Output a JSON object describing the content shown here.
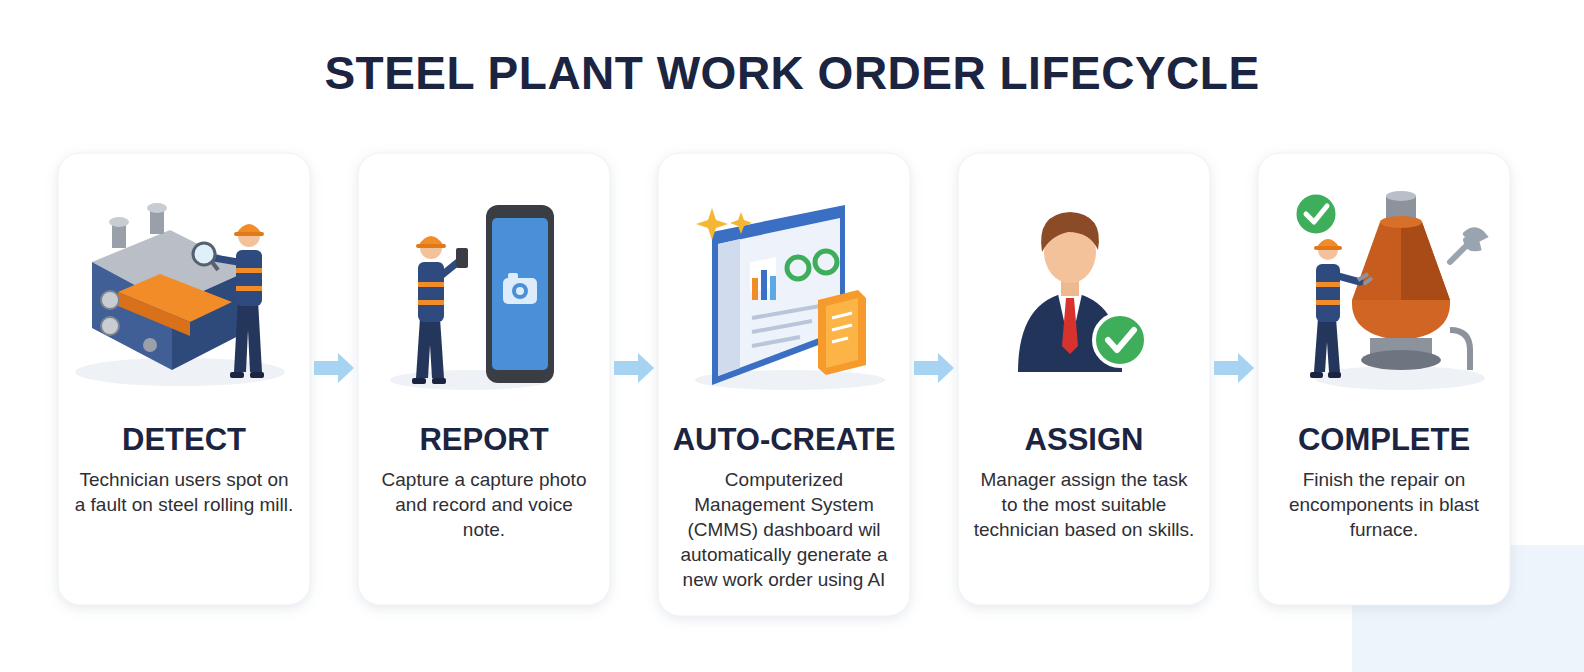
{
  "diagram": {
    "title": "STEEL PLANT WORK ORDER LIFECYCLE",
    "nodes": [
      {
        "text": [
          "DETECT",
          "Technician users spot on a fault on steel rolling mill."
        ]
      },
      {
        "text": [
          "REPORT",
          "Capture a capture photo and record and voice note."
        ]
      },
      {
        "text": [
          "AUTO-CREATE",
          "Computerized Management System (CMMS) dashboard wil automatically generate a new work order using AI"
        ]
      },
      {
        "text": [
          "ASSIGN",
          "Manager assign the task to the most suitable technician based on skills."
        ]
      },
      {
        "text": [
          "COMPLETE",
          "Finish the repair on encomponents in blast furnace."
        ]
      }
    ],
    "edges": [
      {
        "from": 0,
        "to": 1,
        "arrow": "to"
      },
      {
        "from": 1,
        "to": 2,
        "arrow": "to"
      },
      {
        "from": 2,
        "to": 3,
        "arrow": "to"
      },
      {
        "from": 3,
        "to": 4,
        "arrow": "to"
      }
    ]
  }
}
